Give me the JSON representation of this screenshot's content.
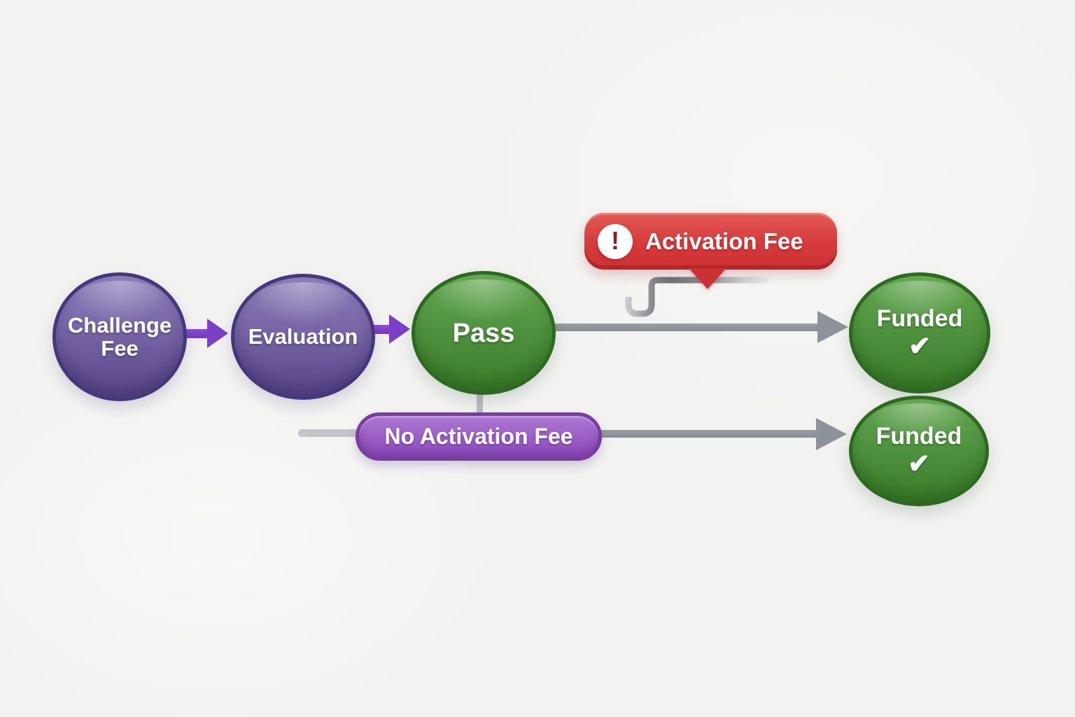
{
  "diagram": {
    "background_color": "#f2f2f1",
    "nodes": {
      "challenge": {
        "label": "Challenge Fee",
        "shape": "circle",
        "fill": "#7a68a8",
        "border": "#46367a",
        "text_color": "#ffffff"
      },
      "evaluation": {
        "label": "Evaluation",
        "shape": "circle",
        "fill": "#7a68a8",
        "border": "#46367a",
        "text_color": "#ffffff"
      },
      "pass": {
        "label": "Pass",
        "shape": "circle",
        "fill": "#509340",
        "border": "#2d6a20",
        "text_color": "#ffffff"
      },
      "activation_fee": {
        "label": "Activation Fee",
        "shape": "callout",
        "fill": "#d63a3c",
        "text_color": "#ffffff",
        "icon": "exclamation-icon",
        "icon_glyph": "!"
      },
      "no_activation_fee": {
        "label": "No Activation Fee",
        "shape": "pill",
        "fill": "#9a5ec4",
        "border": "#7a3c9f",
        "text_color": "#ffffff"
      },
      "funded_top": {
        "label": "Funded",
        "shape": "circle",
        "fill": "#509340",
        "border": "#2d6a20",
        "text_color": "#ffffff",
        "icon": "check-icon",
        "check_glyph": "✔"
      },
      "funded_bottom": {
        "label": "Funded",
        "shape": "circle",
        "fill": "#509340",
        "border": "#2d6a20",
        "text_color": "#ffffff",
        "icon": "check-icon",
        "check_glyph": "✔"
      }
    },
    "edges": [
      {
        "from": "challenge",
        "to": "evaluation",
        "style": "purple-arrow"
      },
      {
        "from": "evaluation",
        "to": "pass",
        "style": "purple-arrow"
      },
      {
        "from": "pass",
        "to": "funded_top",
        "style": "gray-arrow",
        "annotation": "Activation Fee"
      },
      {
        "from": "pass",
        "to": "no_activation_fee",
        "style": "light-gray-line"
      },
      {
        "from": "no_activation_fee",
        "to": "funded_bottom",
        "style": "gray-arrow"
      }
    ],
    "connector_colors": {
      "purple_arrow": "#7b3ec6",
      "gray_arrow": "#8e939b",
      "light_gray_line": "#bdbcc4"
    }
  }
}
